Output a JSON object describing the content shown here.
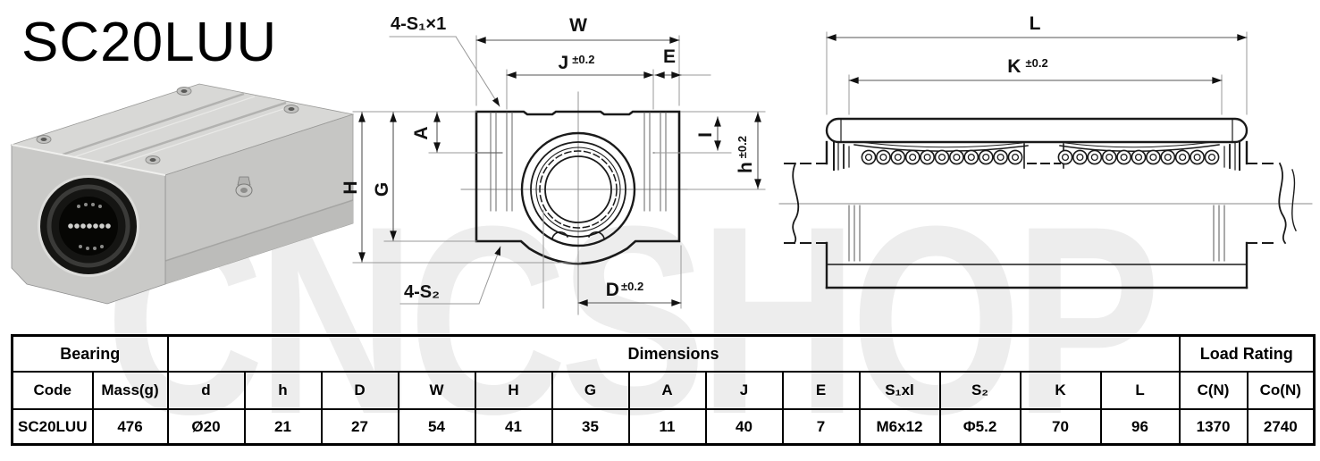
{
  "title": "SC20LUU",
  "watermark": "CNCSHOP",
  "colors": {
    "outline": "#1a1a1a",
    "dim_line": "#555555",
    "ext_line": "#999999",
    "watermark": "#ededed"
  },
  "front_view": {
    "callout_top": "4-S₁×1",
    "callout_bottom": "4-S₂",
    "dim_w": "W",
    "dim_j": "J",
    "dim_j_tol": "±0.2",
    "dim_e": "E",
    "dim_a": "A",
    "dim_h": "H",
    "dim_g": "G",
    "dim_i": "I",
    "dim_h_small": "h",
    "dim_h_small_tol": "±0.2",
    "dim_d": "D",
    "dim_d_tol": "±0.2"
  },
  "side_view": {
    "dim_l": "L",
    "dim_k": "K",
    "dim_k_tol": "±0.2"
  },
  "table": {
    "groups": [
      {
        "label": "Bearing",
        "colspan": 2
      },
      {
        "label": "Dimensions",
        "colspan": 13
      },
      {
        "label": "Load Rating",
        "colspan": 2
      }
    ],
    "headers": [
      "Code",
      "Mass(g)",
      "d",
      "h",
      "D",
      "W",
      "H",
      "G",
      "A",
      "J",
      "E",
      "S₁xl",
      "S₂",
      "K",
      "L",
      "C(N)",
      "Co(N)"
    ],
    "rows": [
      [
        "SC20LUU",
        "476",
        "Ø20",
        "21",
        "27",
        "54",
        "41",
        "35",
        "11",
        "40",
        "7",
        "M6x12",
        "Φ5.2",
        "70",
        "96",
        "1370",
        "2740"
      ]
    ]
  }
}
